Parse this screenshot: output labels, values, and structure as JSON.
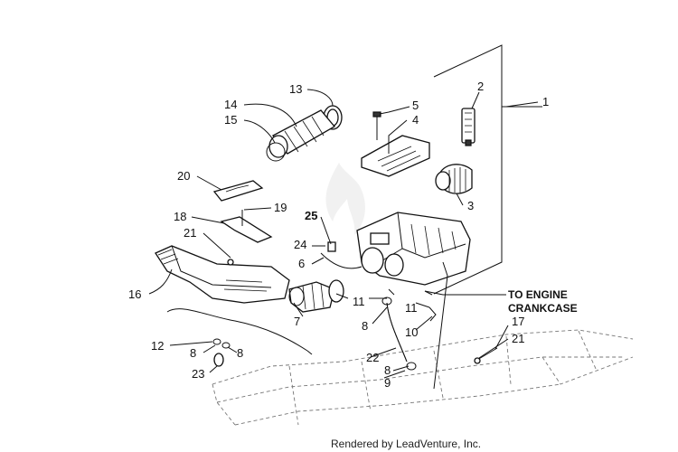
{
  "callouts": {
    "c1": "1",
    "c2": "2",
    "c3": "3",
    "c4": "4",
    "c5": "5",
    "c6": "6",
    "c7": "7",
    "c8a": "8",
    "c8b": "8",
    "c8c": "8",
    "c8d": "8",
    "c9": "9",
    "c10": "10",
    "c11a": "11",
    "c11b": "11",
    "c12": "12",
    "c13": "13",
    "c14": "14",
    "c15": "15",
    "c16": "16",
    "c17": "17",
    "c18": "18",
    "c19": "19",
    "c20": "20",
    "c21a": "21",
    "c21b": "21",
    "c22": "22",
    "c23": "23",
    "c24": "24",
    "c25": "25"
  },
  "note": {
    "line1": "TO ENGINE",
    "line2": "CRANKCASE"
  },
  "footer": "Rendered by LeadVenture, Inc.",
  "watermark": "LeadVenture"
}
